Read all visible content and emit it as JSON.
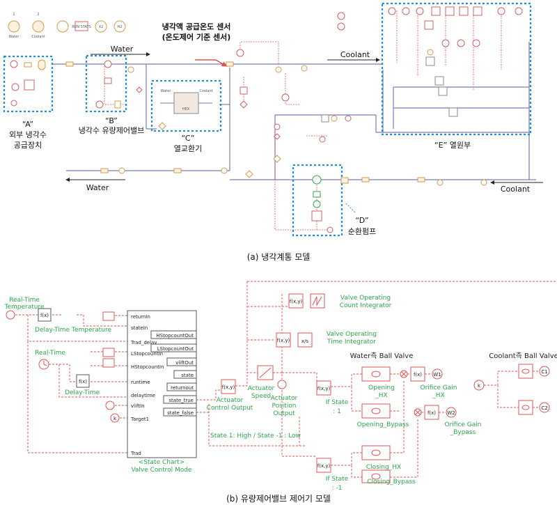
{
  "top_legend": {
    "items": [
      {
        "num": "1",
        "label": "Water"
      },
      {
        "num": "2",
        "label": "Coolant"
      },
      {
        "num": "",
        "label": ""
      },
      {
        "num": "",
        "label": "RUN STATS"
      },
      {
        "num": "",
        "label": "X2"
      },
      {
        "num": "",
        "label": "H2"
      }
    ]
  },
  "part_a": {
    "annotation_sensor": "냉각액 공급온도 센서",
    "annotation_sensor2": "(온도제어 기준 센서)",
    "label_A_tag": "“A”",
    "label_A_1": "외부 냉각수",
    "label_A_2": "공급장치",
    "label_B_tag": "“B”",
    "label_B": "냉각수 유량제어밸브",
    "label_C_tag": "“C”",
    "label_C": "열교환기",
    "label_D_tag": "“D”",
    "label_D": "순환펌프",
    "label_E": "“E” 열원부",
    "water_top": "Water",
    "water_bottom": "Water",
    "coolant_top": "Coolant",
    "coolant_bottom": "Coolant",
    "hex_water": "Water",
    "hex_coolant": "Coolant",
    "hex_label": "HEX",
    "caption": "(a)  냉각계통  모델"
  },
  "part_b": {
    "real_time_temp_1": "Real-Time",
    "real_time_temp_2": "Temperature",
    "delay_time_temp": "Delay-Time Temperature",
    "real_time": "Real-Time",
    "delay_time": "Delay-Time",
    "state_chart_inputs": [
      "returnIn",
      "stateIn",
      "Trad_delay",
      "LStopcountIn",
      "HStopcountIn",
      "runtime",
      "delaytime",
      "vliftIn",
      "Target1",
      "Trad"
    ],
    "state_chart_outputs": [
      "HStopcountOut",
      "LStopcountOut",
      "vliftOut",
      "state",
      "returnout",
      "state_true",
      "state_false"
    ],
    "state_chart_title_1": "<State Chart>",
    "state_chart_title_2": "Valve Control Mode",
    "actuator_control_1": "Actuator",
    "actuator_control_2": "Control Output",
    "actuator_speed_1": "Actuator",
    "actuator_speed_2": "Speed",
    "actuator_position_1": "Actuator",
    "actuator_position_2": "Position",
    "actuator_position_3": "Output",
    "count_integrator_1": "Valve Operating",
    "count_integrator_2": "Count Integrator",
    "time_integrator_1": "Valve Operating",
    "time_integrator_2": "Time Integrator",
    "if_state_1a": "If State",
    "if_state_1b": ": 1",
    "if_state_2a": "If State",
    "if_state_2b": ": -1",
    "state_note": "State 1: High / State -1 : Low",
    "water_ball_valve": "Water측 Ball Valve",
    "coolant_ball_valve": "Coolant측 Ball Valve",
    "opening_hx_1": "Opening",
    "opening_hx_2": "_HX",
    "opening_bypass": "Opening_Bypass",
    "closing_hx": "Closing_HX",
    "closing_bypass": "Closing_Bypass",
    "orifice_hx_1": "Orifice Gain",
    "orifice_hx_2": "_HX",
    "orifice_bypass_1": "Orifice Gain",
    "orifice_bypass_2": "_Bypass",
    "w1": "W1",
    "w2": "W2",
    "c1": "C1",
    "c2": "C2",
    "k": "k",
    "fx": "f(x)",
    "fxy": "f(x,y)",
    "caption": "(b)  유량제어밸브  제어기  모델"
  }
}
